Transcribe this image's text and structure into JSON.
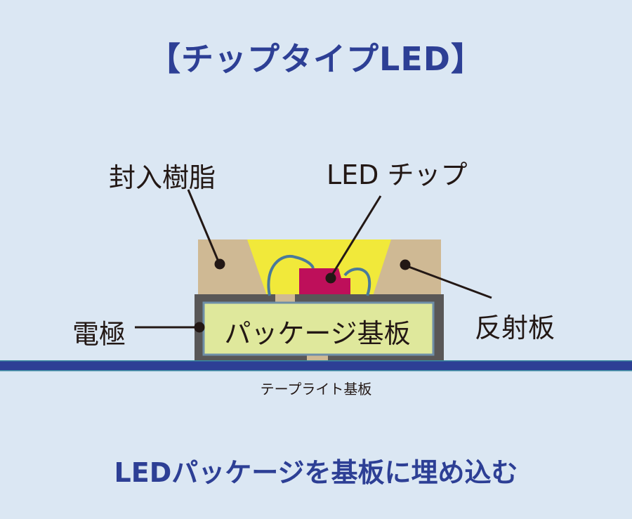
{
  "title": "【チップタイプLED】",
  "labels": {
    "encapsulant": "封入樹脂",
    "led_chip": "LED チップ",
    "electrode": "電極",
    "reflector": "反射板",
    "package_substrate": "パッケージ基板",
    "tape_light_substrate": "テープライト基板"
  },
  "caption": "LEDパッケージを基板に埋め込む",
  "colors": {
    "background": "#dbe7f3",
    "title_blue": "#2d3f95",
    "reflector": "#cfb994",
    "encapsulant_light": "#f1e93a",
    "chip": "#be0f5a",
    "wire": "#4a7a9a",
    "electrode": "#595757",
    "package": "#dfe89c",
    "package_border": "#6f8fa8",
    "tape_substrate": "#2d3f95"
  }
}
